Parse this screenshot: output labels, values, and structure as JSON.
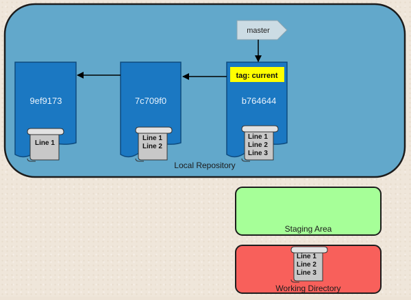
{
  "local_repository": {
    "label": "Local Repository",
    "commits": [
      {
        "hash": "9ef9173",
        "file_lines": [
          "Line 1"
        ]
      },
      {
        "hash": "7c709f0",
        "file_lines": [
          "Line 1",
          "Line 2"
        ]
      },
      {
        "hash": "b764644",
        "file_lines": [
          "Line 1",
          "Line 2",
          "Line 3"
        ]
      }
    ],
    "tag": "tag: current",
    "branch": "master"
  },
  "staging_area": {
    "label": "Staging Area"
  },
  "working_directory": {
    "label": "Working Directory",
    "file_lines": [
      "Line 1",
      "Line 2",
      "Line 3"
    ]
  },
  "colors": {
    "repo_fill": "#62a8cb",
    "commit_fill": "#1b78c2",
    "tag_fill": "#ffff00",
    "staging_fill": "#a6ff98",
    "working_fill": "#f8605b",
    "branch_fill": "#ccdce4"
  }
}
